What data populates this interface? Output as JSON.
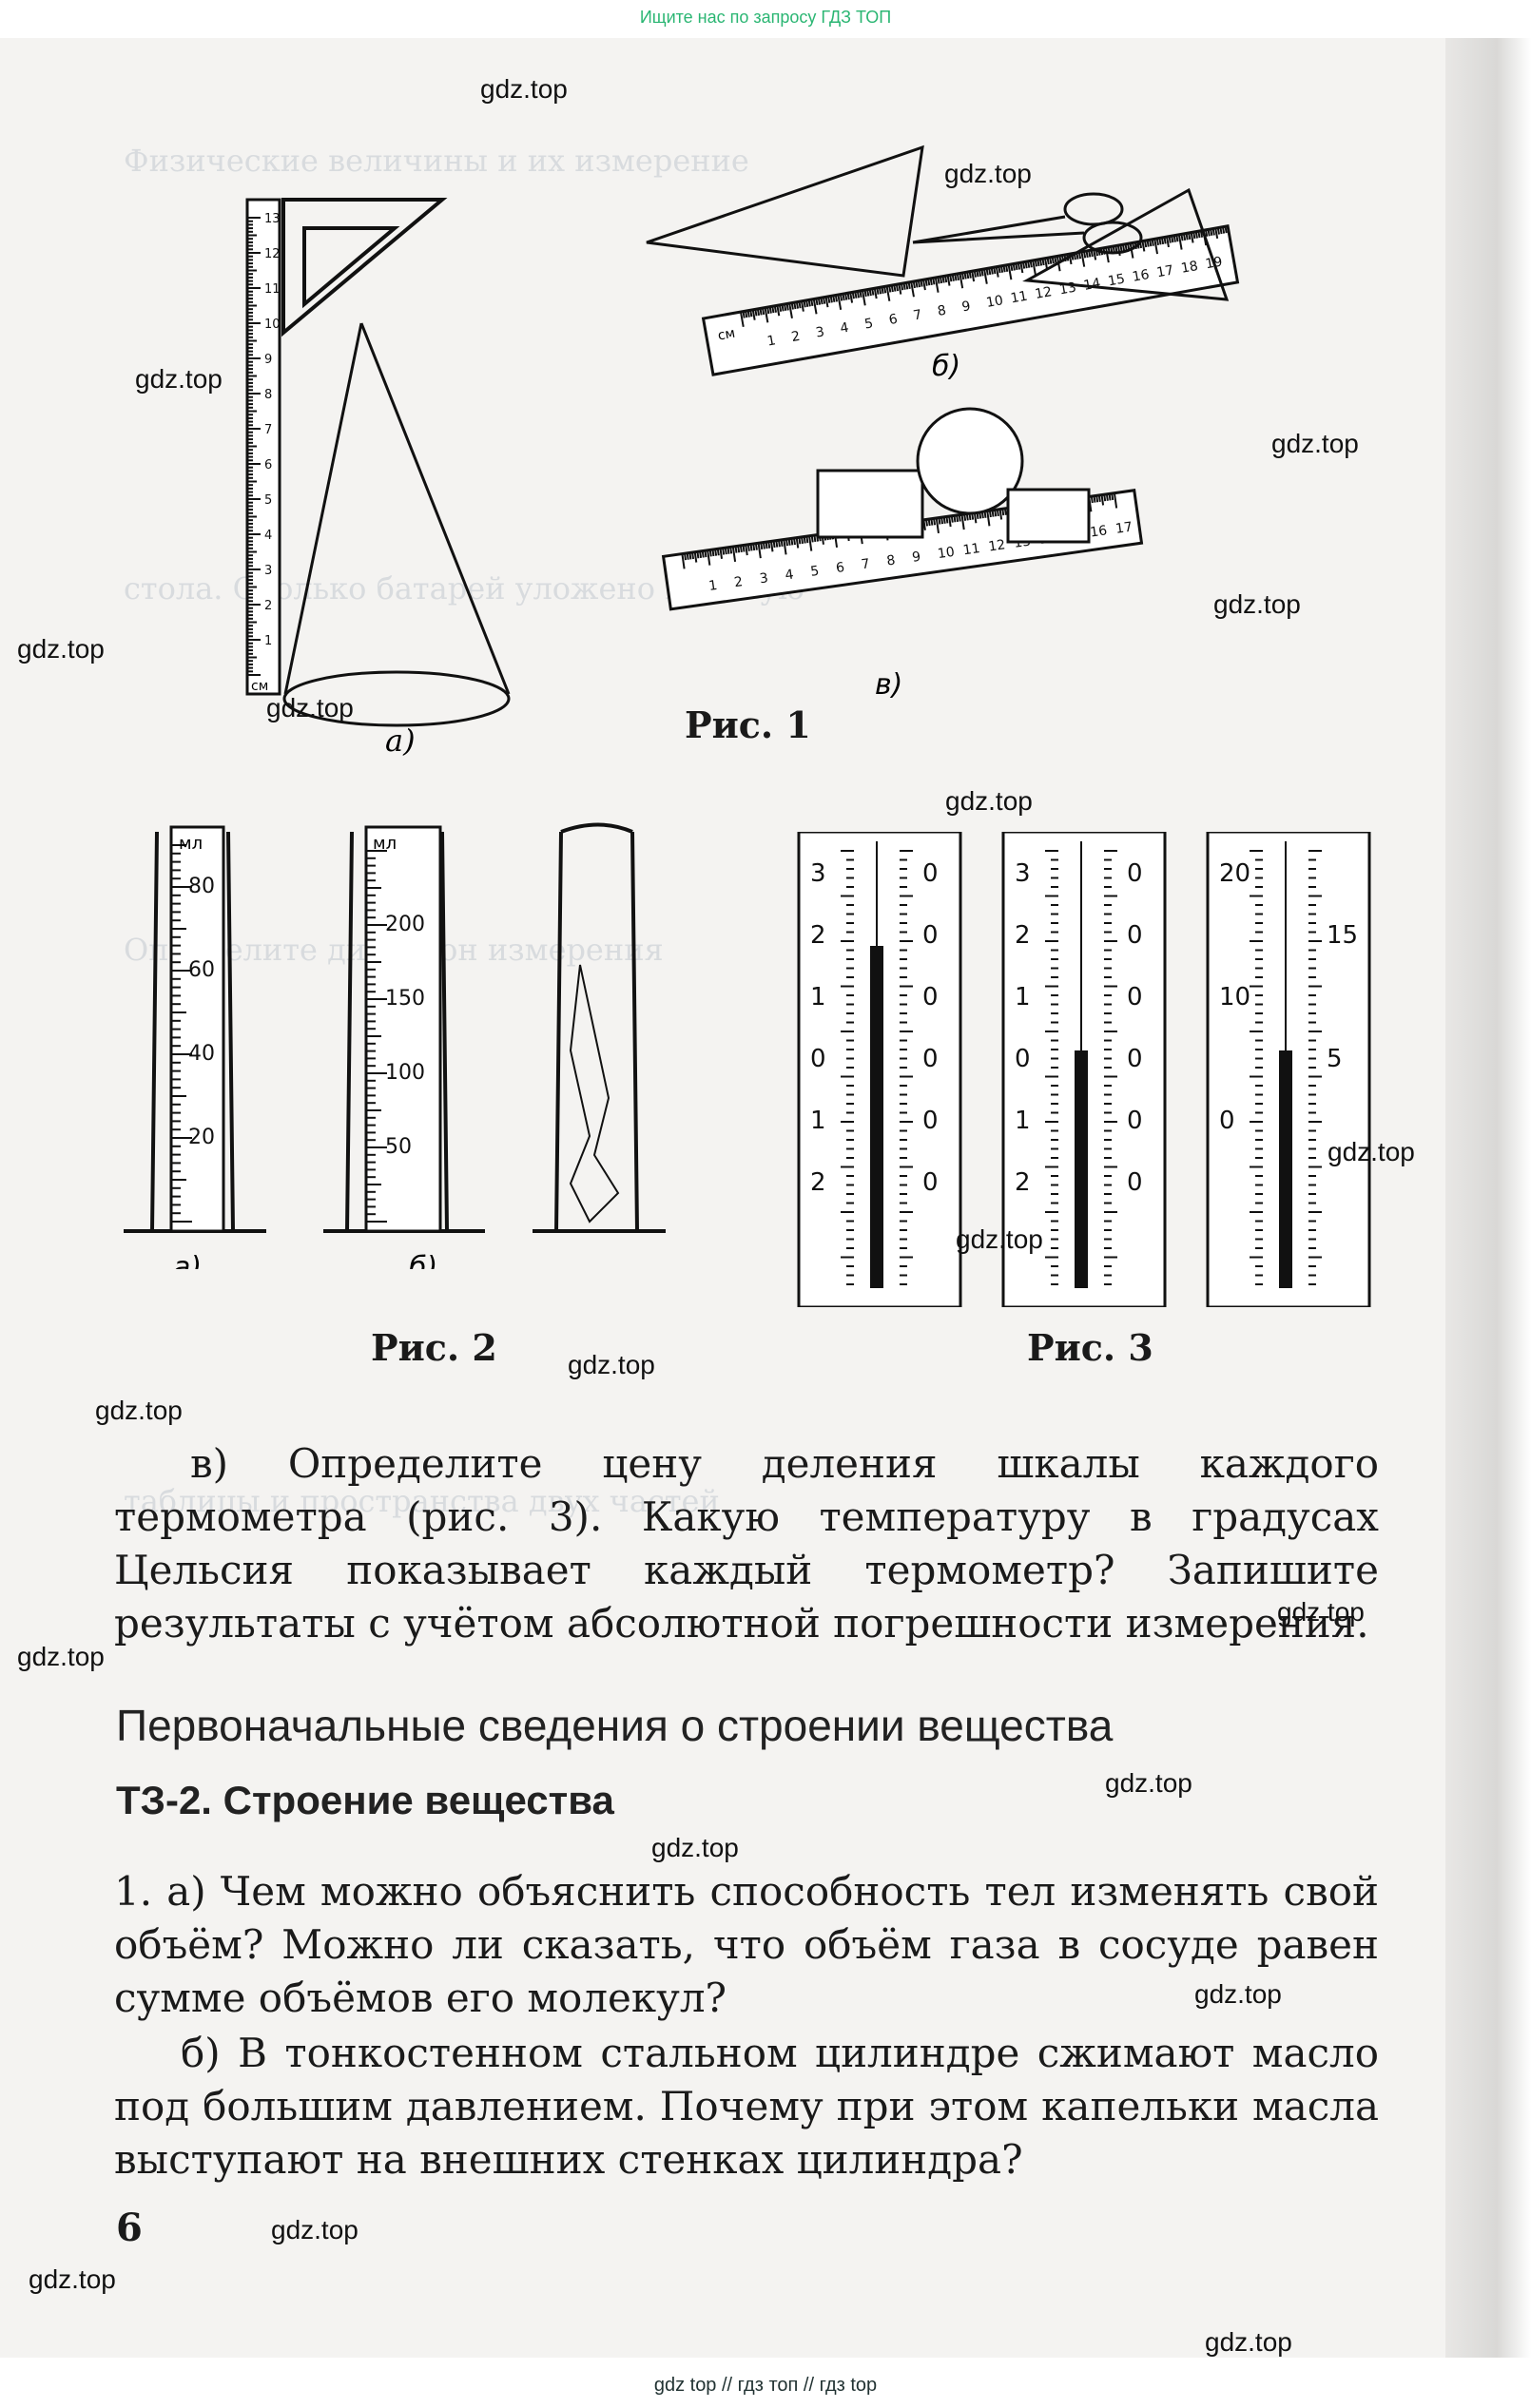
{
  "header": {
    "text": "Ищите нас по запросу ГДЗ ТОП"
  },
  "footer": {
    "text": "gdz top  //  гдз топ  //  гдз top"
  },
  "watermark": "gdz.top",
  "figures": {
    "fig1": {
      "caption": "Рис. 1",
      "a": "а)",
      "b": "б)",
      "v": "в)",
      "unit": "см"
    },
    "fig2": {
      "caption": "Рис. 2",
      "a": "а)",
      "b": "б)",
      "unit": "мл"
    },
    "fig3": {
      "caption": "Рис. 3"
    }
  },
  "text": {
    "para_v": "в) Определите цену деления шкалы каждого термометра (рис. 3). Какую температуру в градусах Цельсия показывает каждый термометр? Запишите результаты с учётом абсолютной погрешности измерения.",
    "section_title": "Первоначальные сведения о строении вещества",
    "topic_title": "ТЗ-2. Строение вещества",
    "q1a": "1. а) Чем можно объяснить способность тел изменять свой объём? Можно ли сказать, что объём газа в сосуде равен сумме объёмов его молекул?",
    "q1b": "б) В тонкостенном стальном цилиндре сжимают масло под большим давлением. Почему при этом капельки масла выступают на внешних стенках цилиндра?",
    "page_number": "6"
  }
}
